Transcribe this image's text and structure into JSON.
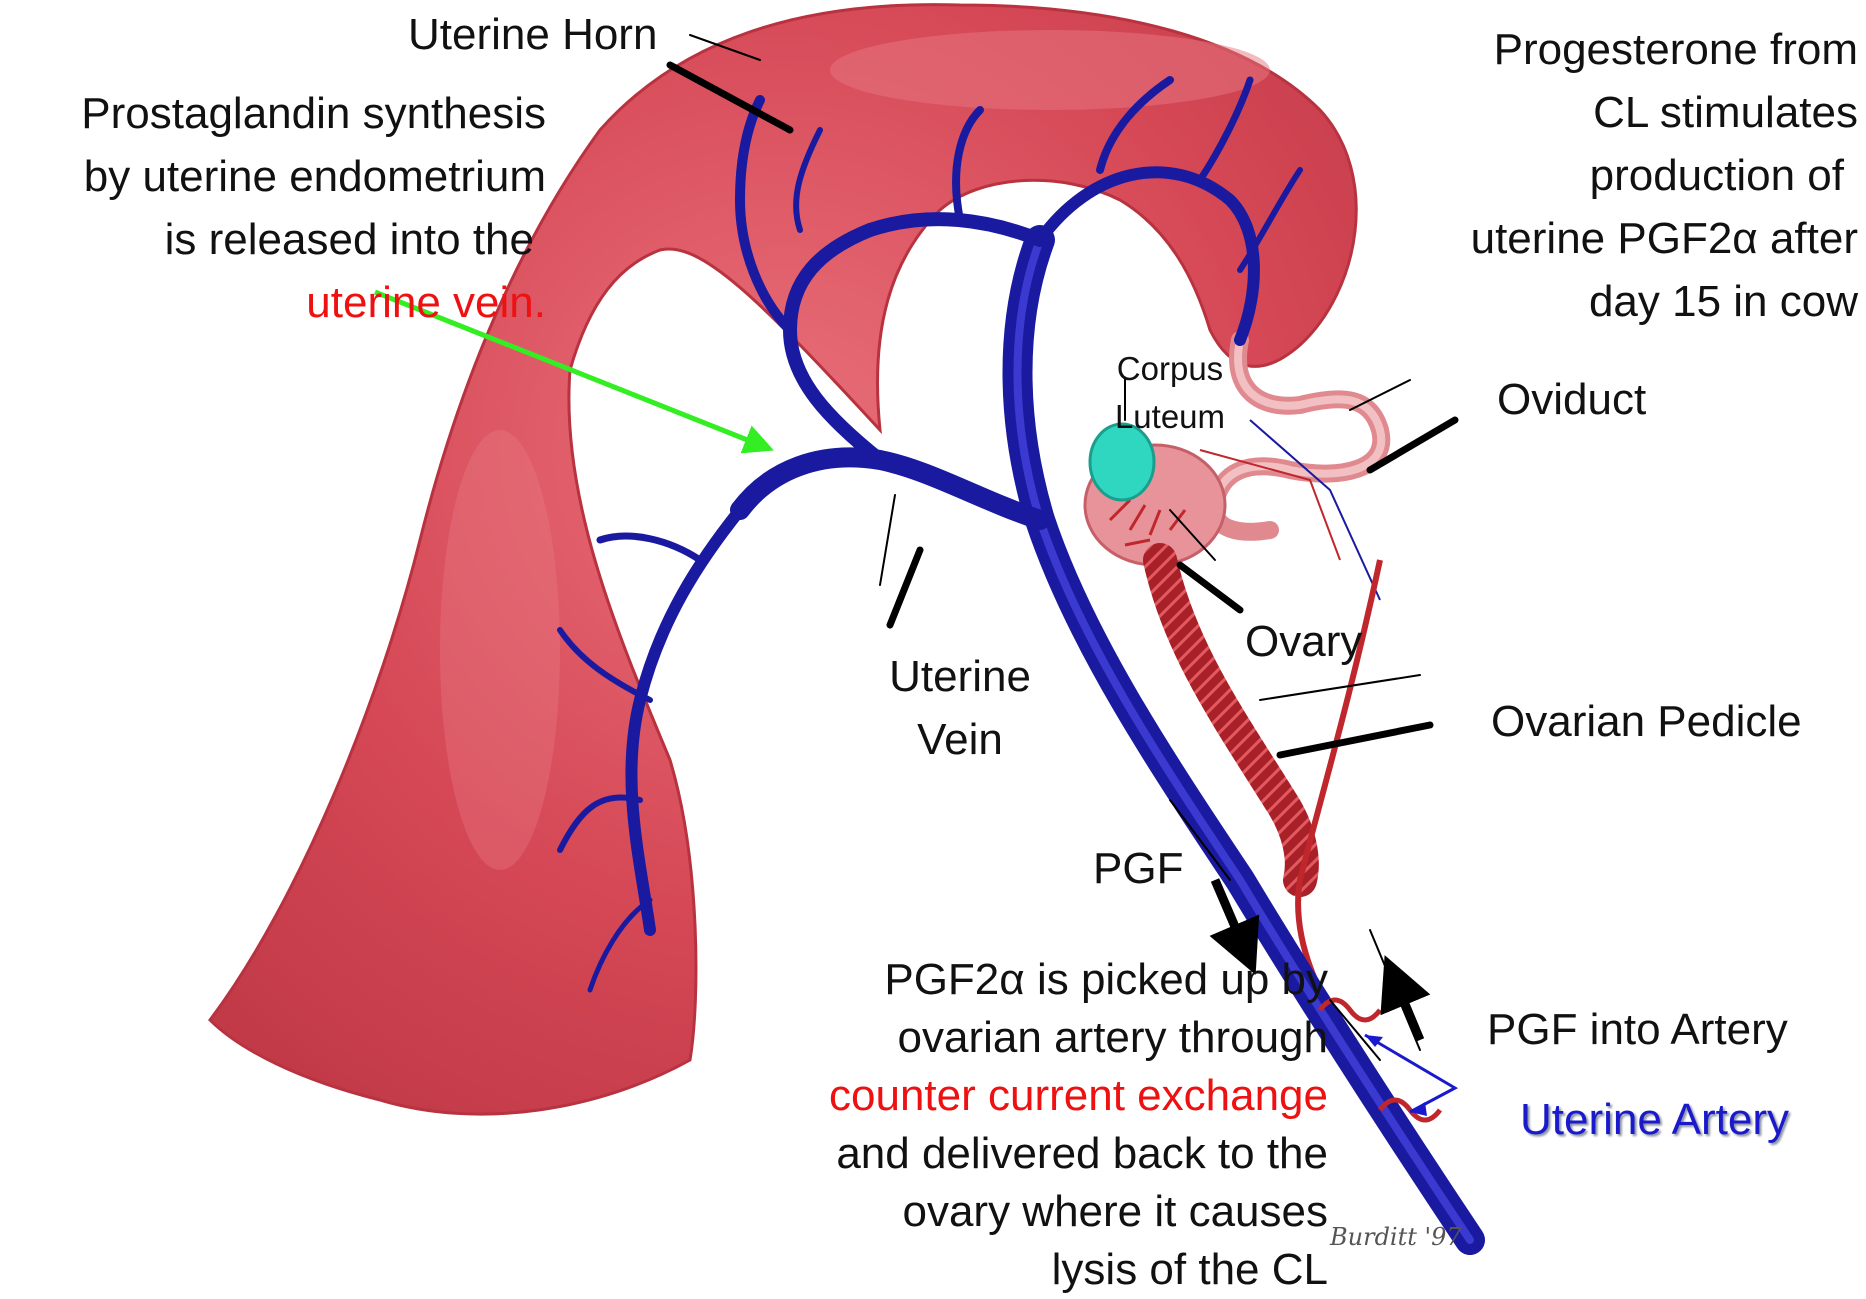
{
  "labels": {
    "uterine_horn": "Uterine Horn",
    "pg_synthesis": {
      "line1": "Prostaglandin synthesis",
      "line2": "by uterine endometrium",
      "line3": "is released into the",
      "line4": "uterine vein."
    },
    "progesterone": {
      "line1": "Progesterone from",
      "line2": "CL stimulates",
      "line3": "production of",
      "line4": "uterine PGF2α after",
      "line5": "day 15 in cow"
    },
    "corpus_luteum": {
      "line1": "Corpus",
      "line2": "Luteum"
    },
    "oviduct": "Oviduct",
    "ovary": "Ovary",
    "ovarian_pedicle": "Ovarian Pedicle",
    "uterine_vein": {
      "line1": "Uterine",
      "line2": "Vein"
    },
    "pgf": "PGF",
    "pgf_into_artery": "PGF into Artery",
    "uterine_artery": "Uterine Artery",
    "countercurrent": {
      "line1": "PGF2α is picked up by",
      "line2": "ovarian artery through",
      "line3": "counter current exchange",
      "line4": "and delivered back to the",
      "line5": "ovary where it causes",
      "line6": "lysis of the CL"
    },
    "signature": "Burditt '97"
  },
  "colors": {
    "uterus": "#d9505e",
    "vein": "#1a1aa0",
    "artery": "#c0272d",
    "corpus_luteum": "#2fd6c0",
    "highlight_text": "#ee1111",
    "uterine_artery_text": "#1a1acc",
    "green_arrow": "#33ee22"
  }
}
